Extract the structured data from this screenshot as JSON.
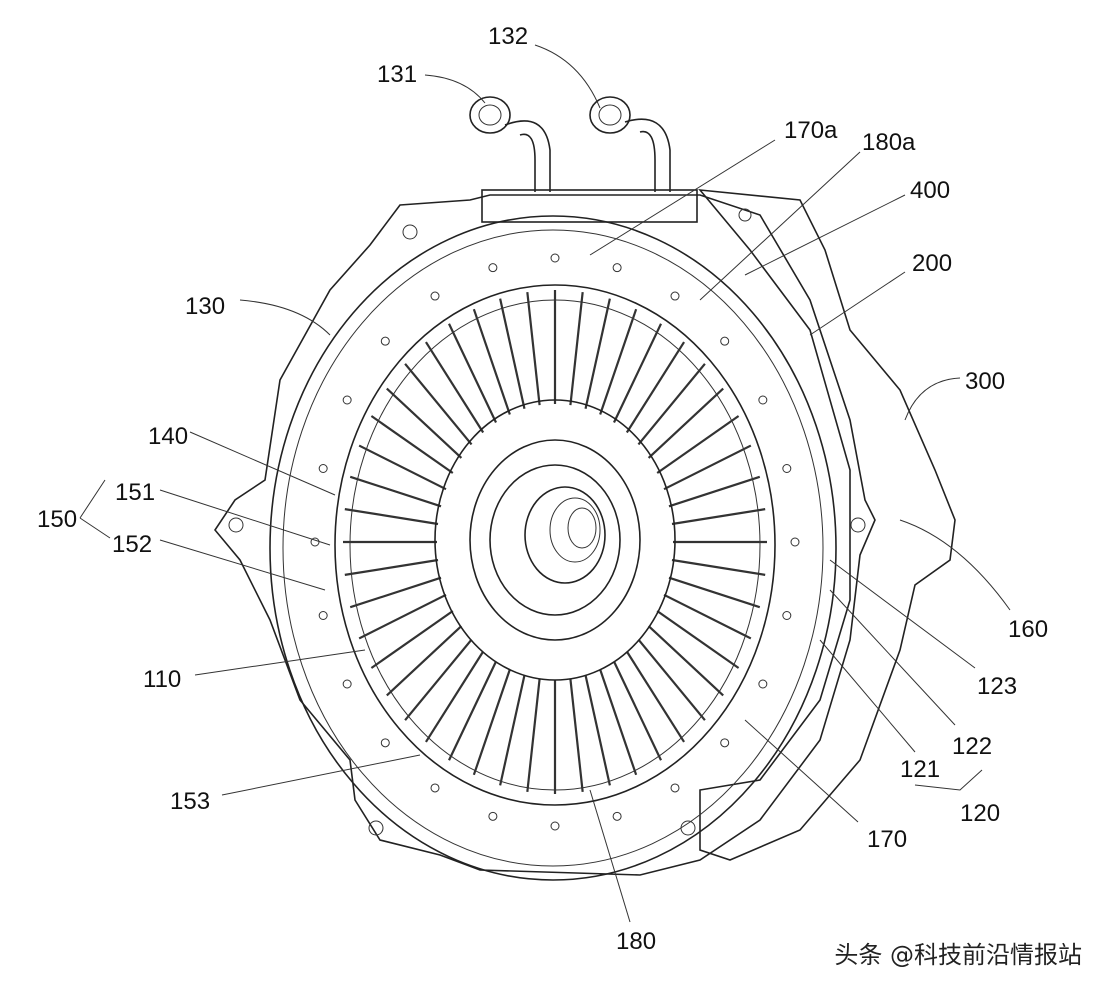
{
  "labels": {
    "l131": "131",
    "l132": "132",
    "l170a": "170a",
    "l180a": "180a",
    "l400": "400",
    "l200": "200",
    "l300": "300",
    "l130": "130",
    "l140": "140",
    "l150": "150",
    "l151": "151",
    "l152": "152",
    "l110": "110",
    "l153": "153",
    "l180": "180",
    "l170": "170",
    "l120": "120",
    "l121": "121",
    "l122": "122",
    "l123": "123",
    "l160": "160"
  },
  "watermark": "头条 @科技前沿情报站"
}
